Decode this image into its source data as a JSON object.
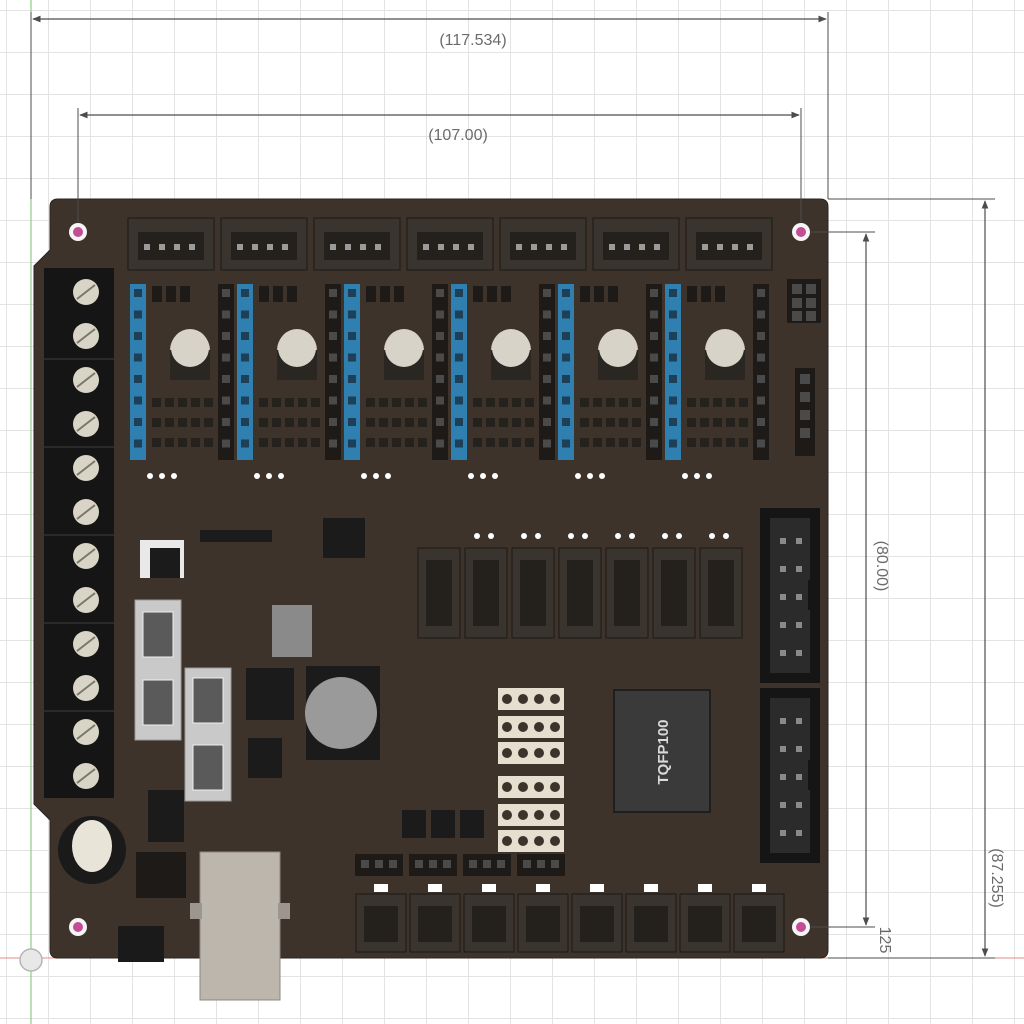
{
  "drawing": {
    "dimensions": {
      "overall_width": "(117.534)",
      "hole_spacing_x": "(107.00)",
      "hole_spacing_y": "(80.00)",
      "overall_height": "(87.255)",
      "edge_offset": "125"
    },
    "chip_marking": "TQFP100",
    "colors": {
      "board": "#3d332b",
      "connector": "#3a342e",
      "header_blue": "#2f7fb0",
      "mount_hole": "#c24d95",
      "dimension_line": "#4d4d4d",
      "axis_red": "#e58a8a",
      "axis_green": "#74c46a"
    }
  }
}
